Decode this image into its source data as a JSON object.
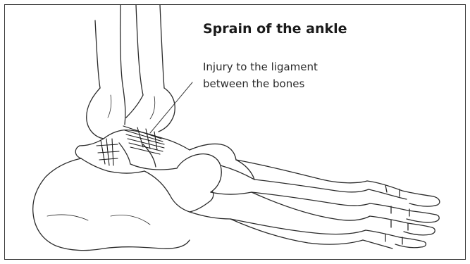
{
  "figure": {
    "title": "Sprain of the ankle",
    "annotation_line1": "Injury to the ligament",
    "annotation_line2": "between the bones"
  }
}
